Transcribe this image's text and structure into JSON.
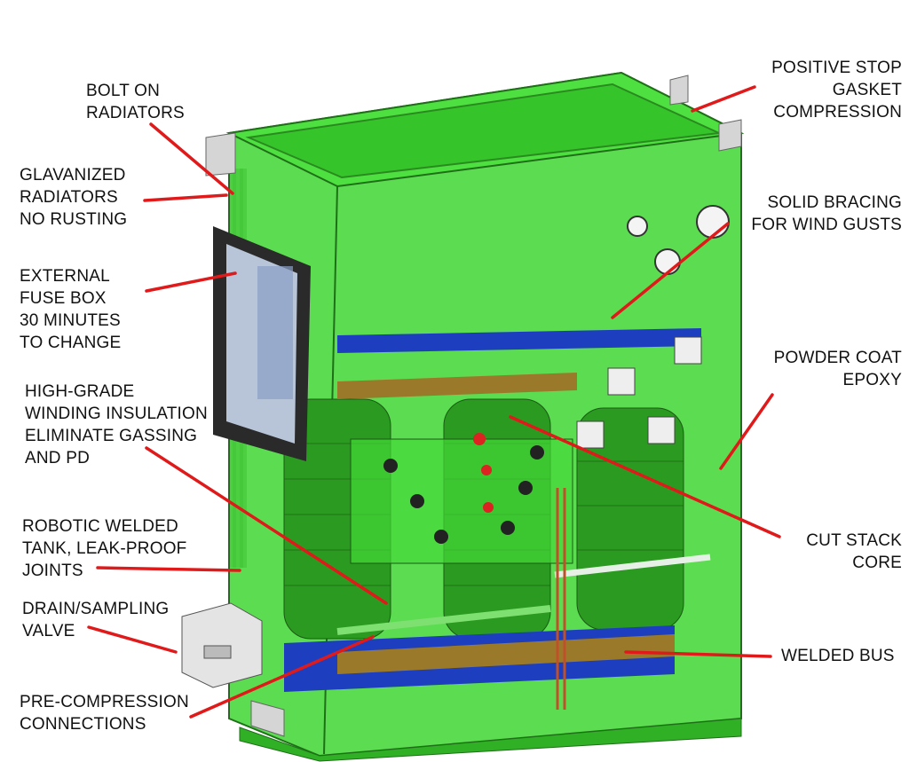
{
  "left_labels": [
    {
      "id": "bolt-on-radiators",
      "lines": [
        "BOLT ON",
        "RADIATORS"
      ]
    },
    {
      "id": "galvanized-radiators",
      "lines": [
        "GLAVANIZED",
        "RADIATORS",
        "NO RUSTING"
      ]
    },
    {
      "id": "external-fuse-box",
      "lines": [
        "EXTERNAL",
        "FUSE BOX",
        "30 MINUTES",
        "TO CHANGE"
      ]
    },
    {
      "id": "winding-insulation",
      "lines": [
        "HIGH-GRADE",
        "WINDING INSULATION",
        "ELIMINATE GASSING",
        "AND PD"
      ]
    },
    {
      "id": "robotic-welded-tank",
      "lines": [
        "ROBOTIC WELDED",
        "TANK, LEAK-PROOF",
        "JOINTS"
      ]
    },
    {
      "id": "drain-valve",
      "lines": [
        "DRAIN/SAMPLING",
        "VALVE"
      ]
    },
    {
      "id": "pre-compression",
      "lines": [
        "PRE-COMPRESSION",
        "CONNECTIONS"
      ]
    }
  ],
  "right_labels": [
    {
      "id": "positive-stop",
      "lines": [
        "POSITIVE STOP",
        "GASKET",
        "COMPRESSION"
      ]
    },
    {
      "id": "solid-bracing",
      "lines": [
        "SOLID BRACING",
        "FOR WIND GUSTS"
      ]
    },
    {
      "id": "powder-coat",
      "lines": [
        "POWDER COAT",
        "EPOXY"
      ]
    },
    {
      "id": "cut-stack-core",
      "lines": [
        "CUT STACK",
        "CORE"
      ]
    },
    {
      "id": "welded-bus",
      "lines": [
        "WELDED BUS"
      ]
    }
  ],
  "colors": {
    "tank": "#39d12e",
    "tank_dark": "#1f8f18",
    "leader": "#e01a1a",
    "bus": "#1d3fbf",
    "copper": "#9a7a2a"
  }
}
